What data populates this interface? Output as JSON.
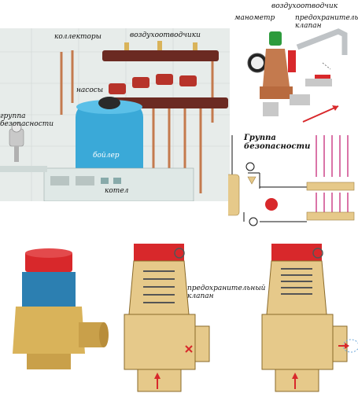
{
  "photo": {
    "labels": {
      "collectors": "коллекторы",
      "air_vents": "воздухоотводчики",
      "pumps": "насосы",
      "safety_group": "группа безопасности",
      "boiler_tank": "бойлер",
      "boiler_unit": "котел"
    }
  },
  "scheme": {
    "labels": {
      "air_vent": "воздухоотводчик",
      "manometer": "манометр",
      "relief_valve": "предохранительный клапан",
      "safety_group": "Группа безопасности"
    }
  },
  "bottom": {
    "labels": {
      "relief_valve": "предохранительный клапан"
    }
  },
  "colors": {
    "wall": "#e7ecea",
    "tank": "#3aa9d8",
    "pipe_dark": "#6b2a22",
    "copper": "#c47a4e",
    "brass": "#d9b35a",
    "red_cap": "#d8282b",
    "blue_body": "#2c7fb1"
  }
}
